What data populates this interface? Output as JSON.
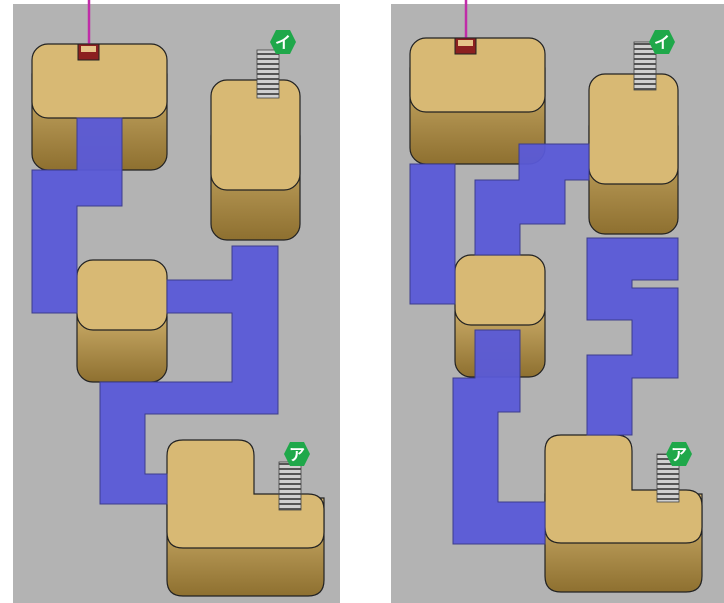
{
  "colors": {
    "background": "#ffffff",
    "board": "#b3b3b3",
    "path": "#5a5ad8",
    "path_edge": "#3c3c8c",
    "block_top": "#d8b974",
    "block_side_dark": "#8e7030",
    "block_edge": "#222222",
    "badge": "#1fa84a",
    "string": "#c02ca8",
    "stair": "#8d8d8d"
  },
  "puzzles": [
    {
      "name": "left",
      "badges": [
        {
          "id": "i",
          "label": "イ",
          "icon": "stairs-icon"
        },
        {
          "id": "a",
          "label": "ア",
          "icon": "stairs-icon"
        }
      ],
      "items": [
        {
          "icon": "treasure-chest-icon"
        }
      ]
    },
    {
      "name": "right",
      "badges": [
        {
          "id": "i",
          "label": "イ",
          "icon": "stairs-icon"
        },
        {
          "id": "a",
          "label": "ア",
          "icon": "stairs-icon"
        }
      ],
      "items": [
        {
          "icon": "treasure-chest-icon"
        }
      ]
    }
  ]
}
